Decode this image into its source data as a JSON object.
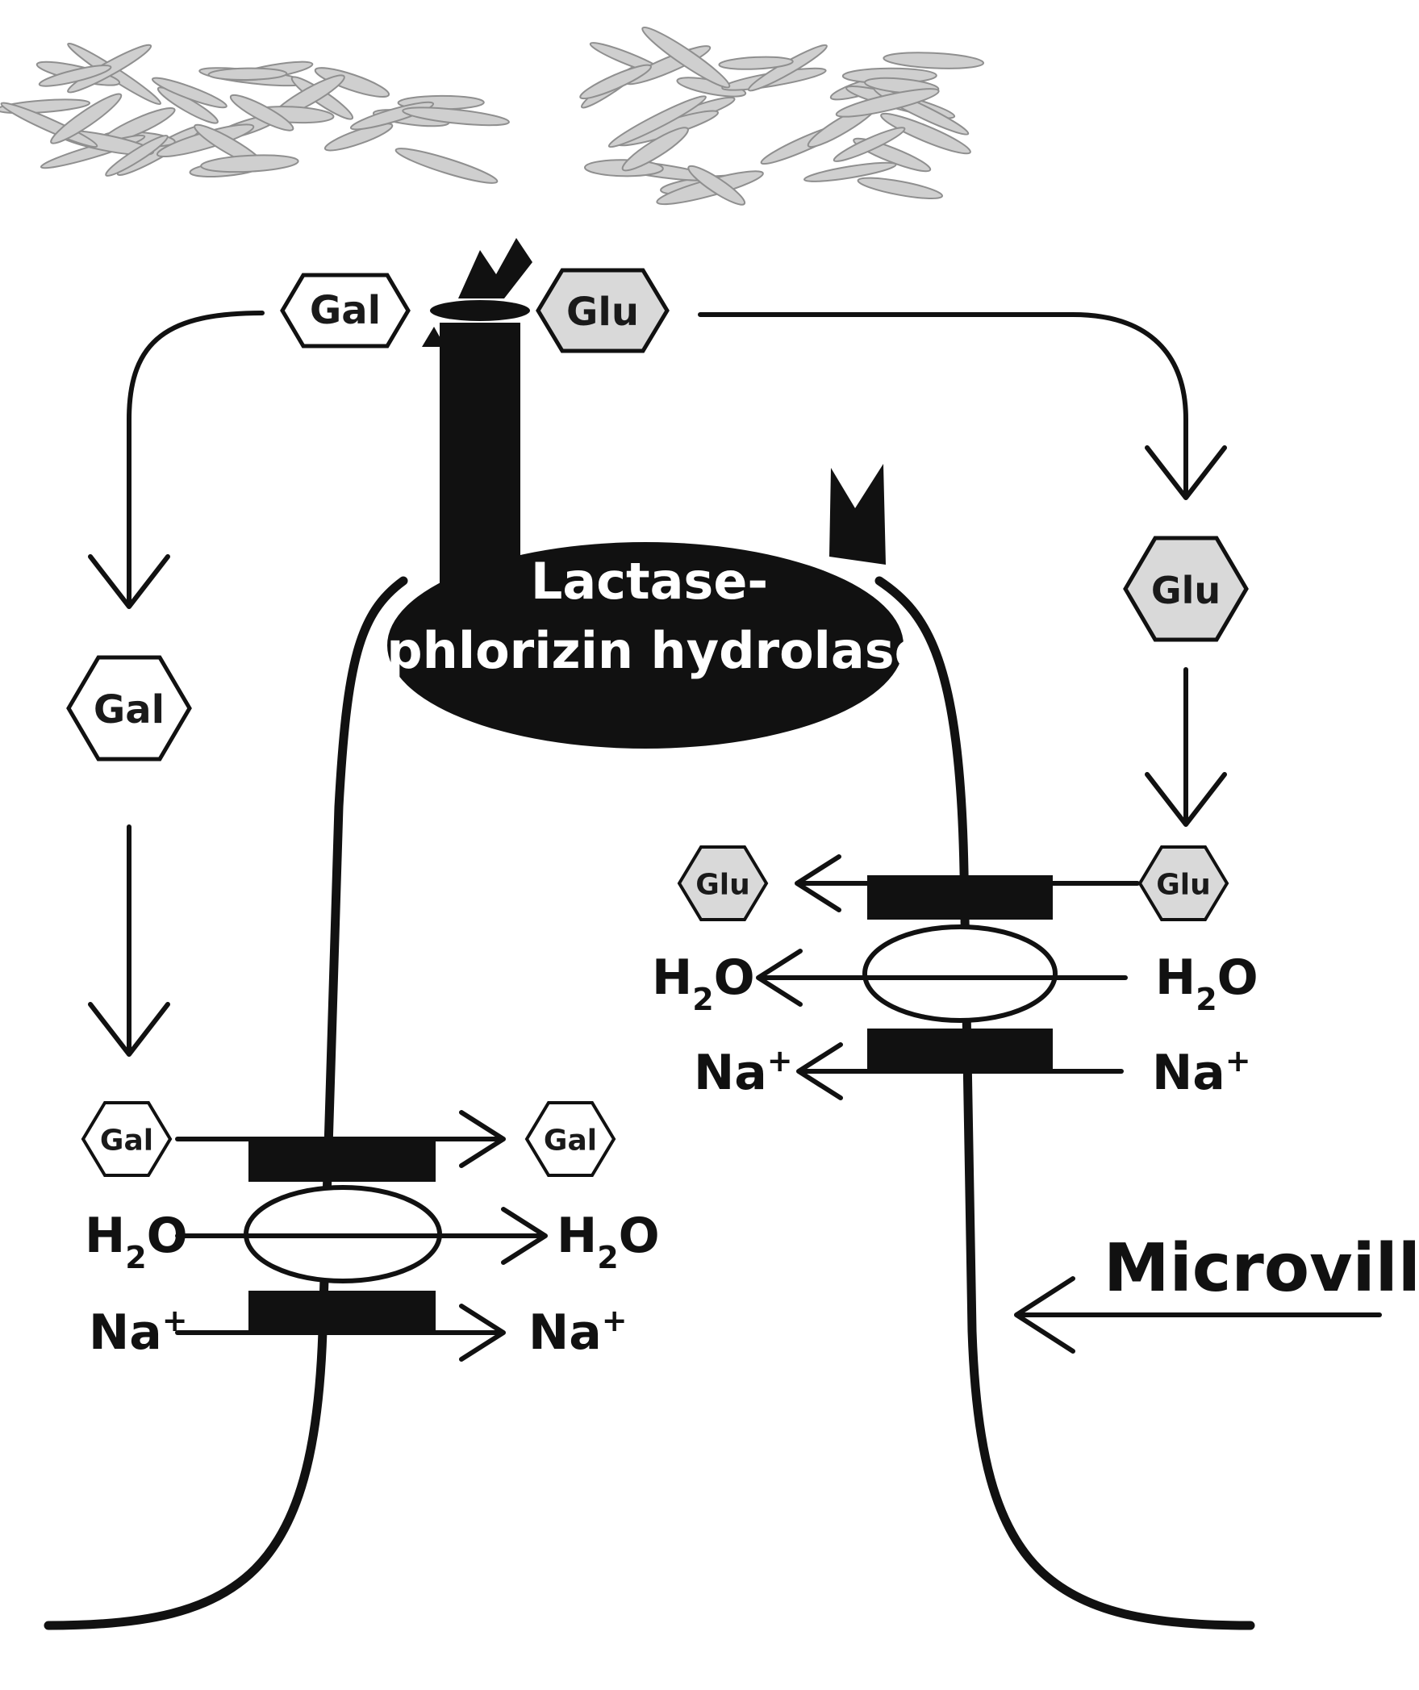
{
  "colors": {
    "ink": "#111111",
    "glucose_fill": "#d9d9d9",
    "galactose_fill": "#ffffff",
    "lactose_grains": "#cfcfcf"
  },
  "enzyme": {
    "line1": "Lactase-",
    "line2": "phlorizin hydrolase"
  },
  "sugars": {
    "gal": "Gal",
    "glu": "Glu"
  },
  "transporter": {
    "water": "H",
    "water_sub": "2",
    "water_tail": "O",
    "sodium": "Na",
    "sodium_sup": "+"
  },
  "structure_label": "Microvilli"
}
